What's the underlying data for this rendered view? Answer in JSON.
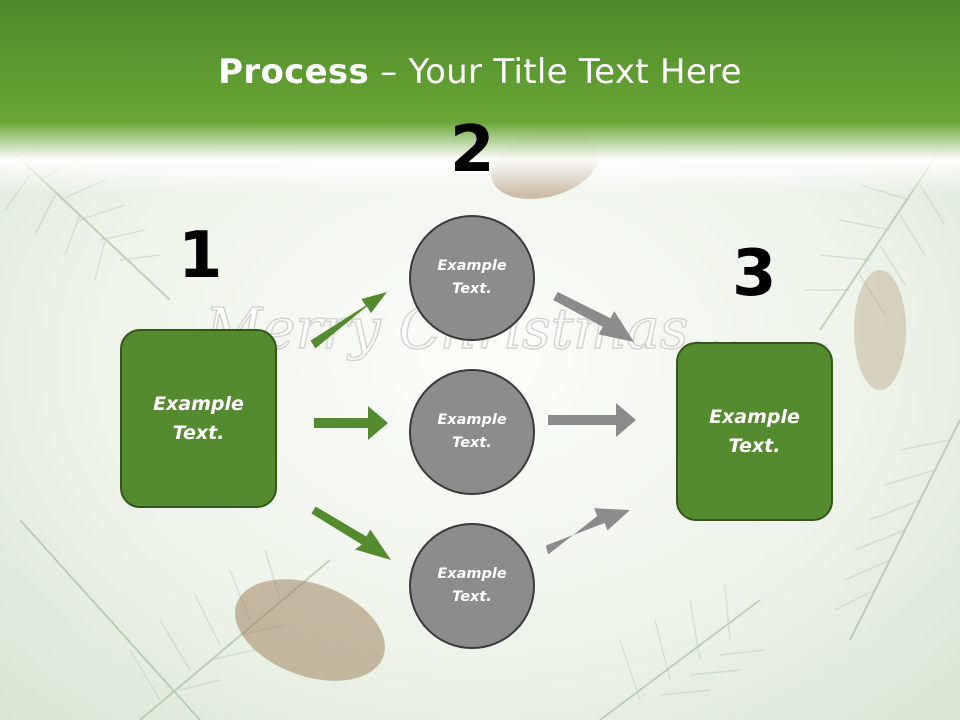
{
  "slide": {
    "title_bold": "Process",
    "title_rest": " – Your Title Text Here",
    "background_text": "Merry Christmas..."
  },
  "steps": {
    "one": "1",
    "two": "2",
    "three": "3"
  },
  "boxes": {
    "left": "Example\nText.",
    "right": "Example\nText."
  },
  "circles": {
    "top": "Example\nText.",
    "middle": "Example\nText.",
    "bottom": "Example\nText."
  },
  "colors": {
    "title_band": "#5d9a30",
    "box_fill": "#558b2f",
    "box_border": "#34561d",
    "circle_fill": "#8c8c8c",
    "green_arrow": "#558b2f",
    "gray_arrow": "#8c8c8c"
  }
}
